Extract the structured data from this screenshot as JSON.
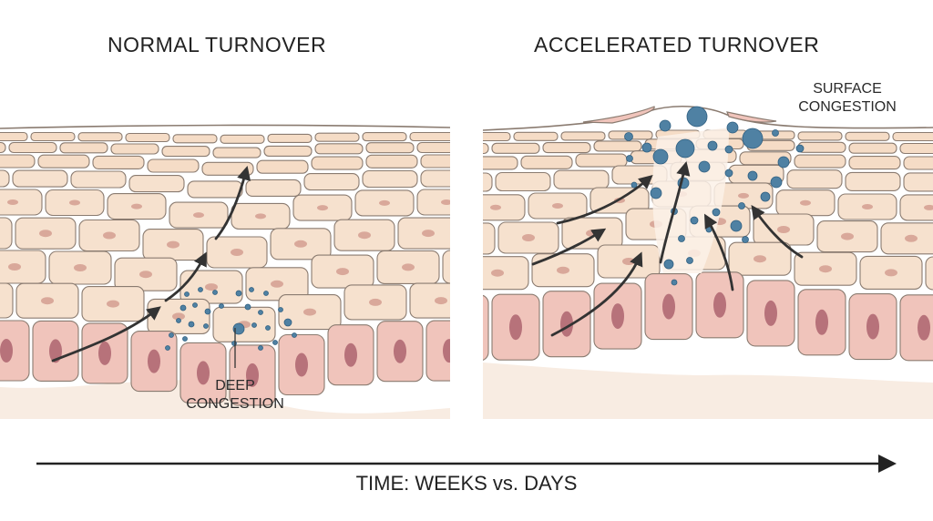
{
  "panels": {
    "left": {
      "title": "NORMAL TURNOVER",
      "callout_line1": "DEEP",
      "callout_line2": "CONGESTION"
    },
    "right": {
      "title": "ACCELERATED TURNOVER",
      "callout_line1": "SURFACE",
      "callout_line2": "CONGESTION"
    }
  },
  "timeline": {
    "label": "TIME: WEEKS vs. DAYS"
  },
  "colors": {
    "background": "#ffffff",
    "outline": "#8a7b70",
    "upper_cell": "#f5dcc6",
    "mid_cell": "#f6e1ce",
    "basal_cell": "#f0c4bb",
    "nucleus_mid": "#d9a89a",
    "nucleus_basal": "#b7727a",
    "dermis": "#f8ece2",
    "congestion_dot": "#4f81a3",
    "arrow": "#333333"
  },
  "icons": [
    "up-arrow-icon",
    "right-arrow-icon"
  ]
}
